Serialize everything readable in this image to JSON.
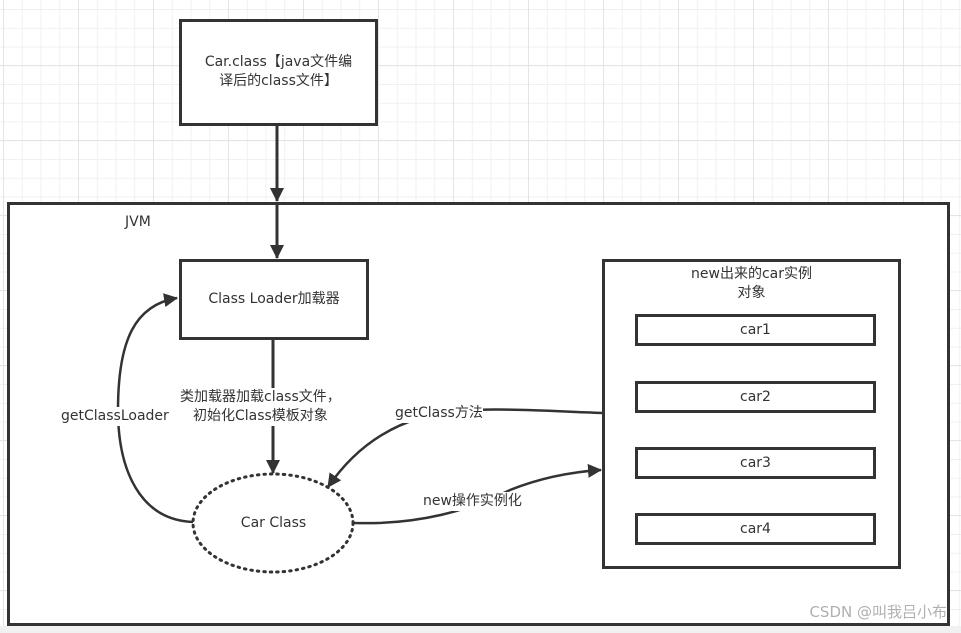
{
  "nodes": {
    "car_class_file": {
      "lines": [
        "Car.class【java文件编",
        "译后的class文件】"
      ]
    },
    "jvm": {
      "label": "JVM"
    },
    "class_loader": {
      "label": "Class Loader加载器"
    },
    "car_class": {
      "label": "Car Class"
    },
    "instances": {
      "title_lines": [
        "new出来的car实例",
        "对象"
      ],
      "items": [
        "car1",
        "car2",
        "car3",
        "car4"
      ]
    }
  },
  "edges": {
    "load_class_lines": [
      "类加载器加载class文件，",
      "初始化Class模板对象"
    ],
    "get_class_loader": "getClassLoader",
    "get_class": "getClass方法",
    "new_instance": "new操作实例化"
  },
  "watermark": "CSDN @叫我吕小布",
  "colors": {
    "stroke": "#333333",
    "grid_major": "#e4e4e4",
    "grid_minor": "#f0f0f0"
  }
}
